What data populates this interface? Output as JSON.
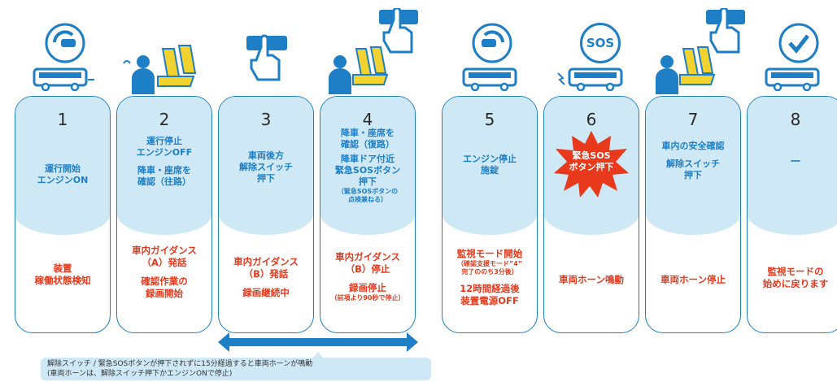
{
  "steps": [
    {
      "num": "1",
      "upper": [
        "運行開始",
        "エンジンON"
      ],
      "lower": [
        "装置",
        "稼働状態検知"
      ]
    },
    {
      "num": "2",
      "upper": [
        "運行停止",
        "エンジンOFF",
        "",
        "降車・座席を",
        "確認（往路）"
      ],
      "lower": [
        "車内ガイダンス",
        "（A）発話",
        "",
        "確認作業の",
        "録画開始"
      ]
    },
    {
      "num": "3",
      "upper": [
        "車両後方",
        "解除スイッチ",
        "押下"
      ],
      "lower": [
        "車内ガイダンス",
        "（B）発話",
        "",
        "録画継続中"
      ]
    },
    {
      "num": "4",
      "upper": [
        "降車・座席を",
        "確認（復路）",
        "",
        "降車ドア付近",
        "緊急SOSボタン",
        "押下"
      ],
      "upper_small": [
        "（緊急SOSボタンの",
        "点検兼ねる）"
      ],
      "lower": [
        "車内ガイダンス",
        "（B）停止",
        "",
        "録画停止"
      ],
      "lower_small": [
        "（前項より90秒で停止）"
      ]
    },
    {
      "num": "5",
      "upper": [
        "エンジン停止",
        "施錠"
      ],
      "lower": [
        "監視モード開始"
      ],
      "lower_small": [
        "（確認支援モード”4”",
        "完了ののち3分後）"
      ],
      "lower2": [
        "12時間経過後",
        "装置電源OFF"
      ]
    },
    {
      "num": "6",
      "upper": [
        "緊急SOS",
        "ボタン押下"
      ],
      "lower": [
        "車両ホーン鳴動"
      ]
    },
    {
      "num": "7",
      "upper": [
        "車内の安全確認",
        "",
        "解除スイッチ",
        "押下"
      ],
      "lower": [
        "車両ホーン停止"
      ]
    },
    {
      "num": "8",
      "upper": [
        "ー"
      ],
      "lower": [
        "監視モードの",
        "始めに戻ります"
      ]
    }
  ],
  "sos_label": "SOS",
  "note": [
    "解除スイッチ / 緊急SOSボタンが押下されずに15分経過すると車両ホーンが鳴動",
    "(車両ホーンは、解除スイッチ押下かエンジンONで停止)"
  ],
  "colors": {
    "blue": "#1e7fc6",
    "light": "#cfe8f6",
    "red": "#e8391d",
    "yellow": "#f2d22e"
  }
}
